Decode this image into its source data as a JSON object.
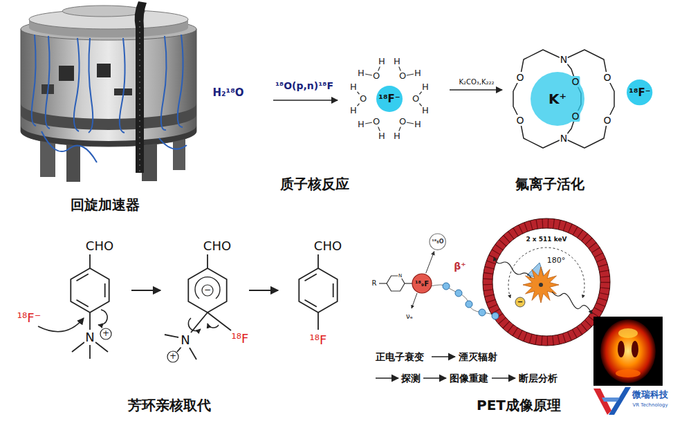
{
  "diagram": {
    "nodes": [
      {
        "text": [
          "¹⁸F⁻"
        ]
      },
      {
        "text": [
          "K⁺"
        ]
      },
      {
        "text": [
          "¹⁸F⁻"
        ]
      },
      {
        "text": [
          "¹⁸₉F"
        ]
      },
      {
        "text": [
          "¹⁸₈O"
        ]
      }
    ],
    "edges": [
      {
        "from": 3,
        "to": 4,
        "arrow": "to"
      }
    ],
    "labels": [
      "回旋加速器",
      "H₂¹⁸O",
      "¹⁸O(p,n)¹⁸F",
      "H",
      "O",
      "H",
      "H",
      "O",
      "H",
      "H",
      "O",
      "H",
      "H",
      "O",
      "H",
      "H",
      "O",
      "H",
      "H",
      "O",
      "H",
      "K₂CO₃,K₂₂₂",
      "N",
      "O",
      "O",
      "O",
      "O",
      "O",
      "O",
      "N",
      "质子核反应",
      "氟离子活化",
      "CHO",
      "N",
      "+",
      "¹⁸F⁻",
      "CHO",
      "−",
      "N",
      "+",
      "¹⁸F",
      "CHO",
      "¹⁸F",
      "芳环亲核取代",
      "R",
      "N",
      "νₑ",
      "β⁺",
      "2 x 511 keV",
      "180°",
      "−",
      "正电子衰变",
      "湮灭辐射",
      "探测",
      "图像重建",
      "断层分析",
      "PET成像原理",
      "微瑞科技",
      "VR Technology"
    ]
  }
}
